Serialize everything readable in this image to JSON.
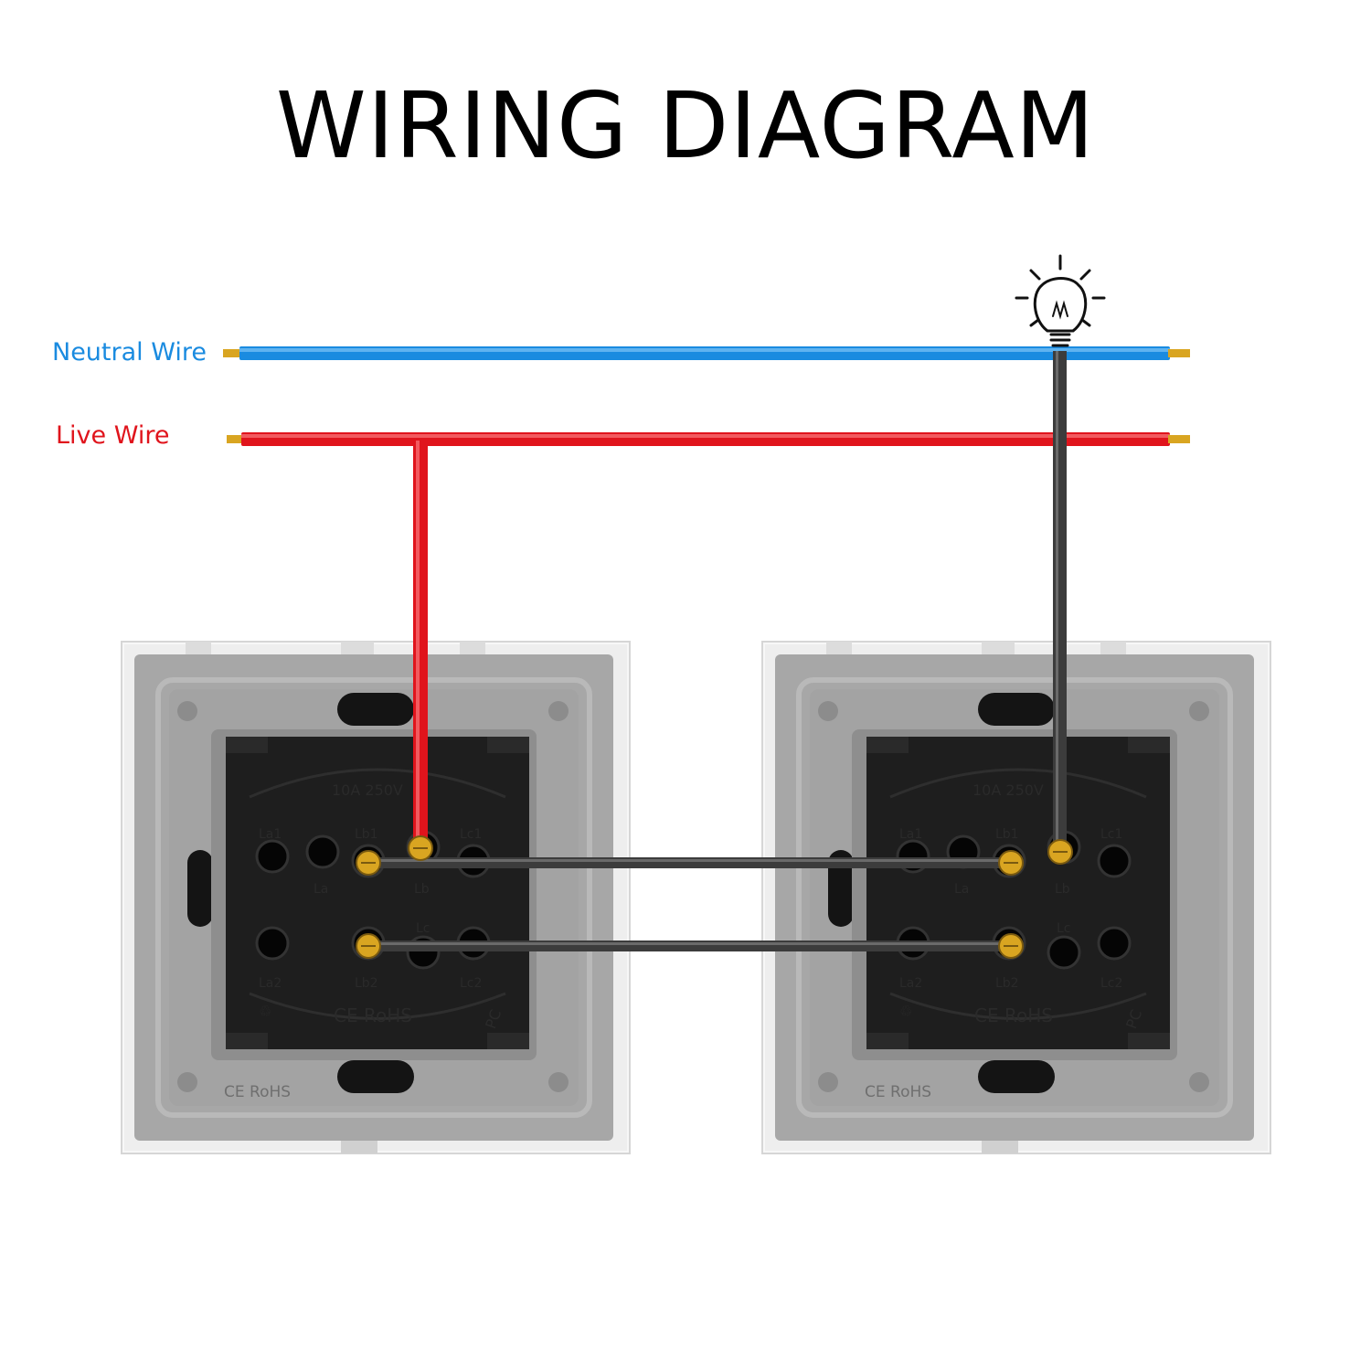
{
  "title": "WIRING DIAGRAM",
  "wires": {
    "neutral": {
      "label": "Neutral Wire",
      "color": "#1a8be0"
    },
    "live": {
      "label": "Live Wire",
      "color": "#e0141c"
    },
    "switched": {
      "color": "#3c3c3c"
    }
  },
  "switch_module": {
    "rating": "10A 250V",
    "terminals": {
      "la1": "La1",
      "lb1": "Lb1",
      "lc1": "Lc1",
      "la": "La",
      "lb": "Lb",
      "lc": "Lc",
      "la2": "La2",
      "lb2": "Lb2",
      "lc2": "Lc2"
    },
    "cert": "CE RoHS",
    "material": "PC"
  },
  "plate_cert": "CE RoHS",
  "colors": {
    "plate": "#eeeeee",
    "plate_inner": "#a9a9a9",
    "module": "#1e1e1e",
    "brass": "#d9a521"
  },
  "icons": {
    "lamp": "light-bulb-icon"
  }
}
